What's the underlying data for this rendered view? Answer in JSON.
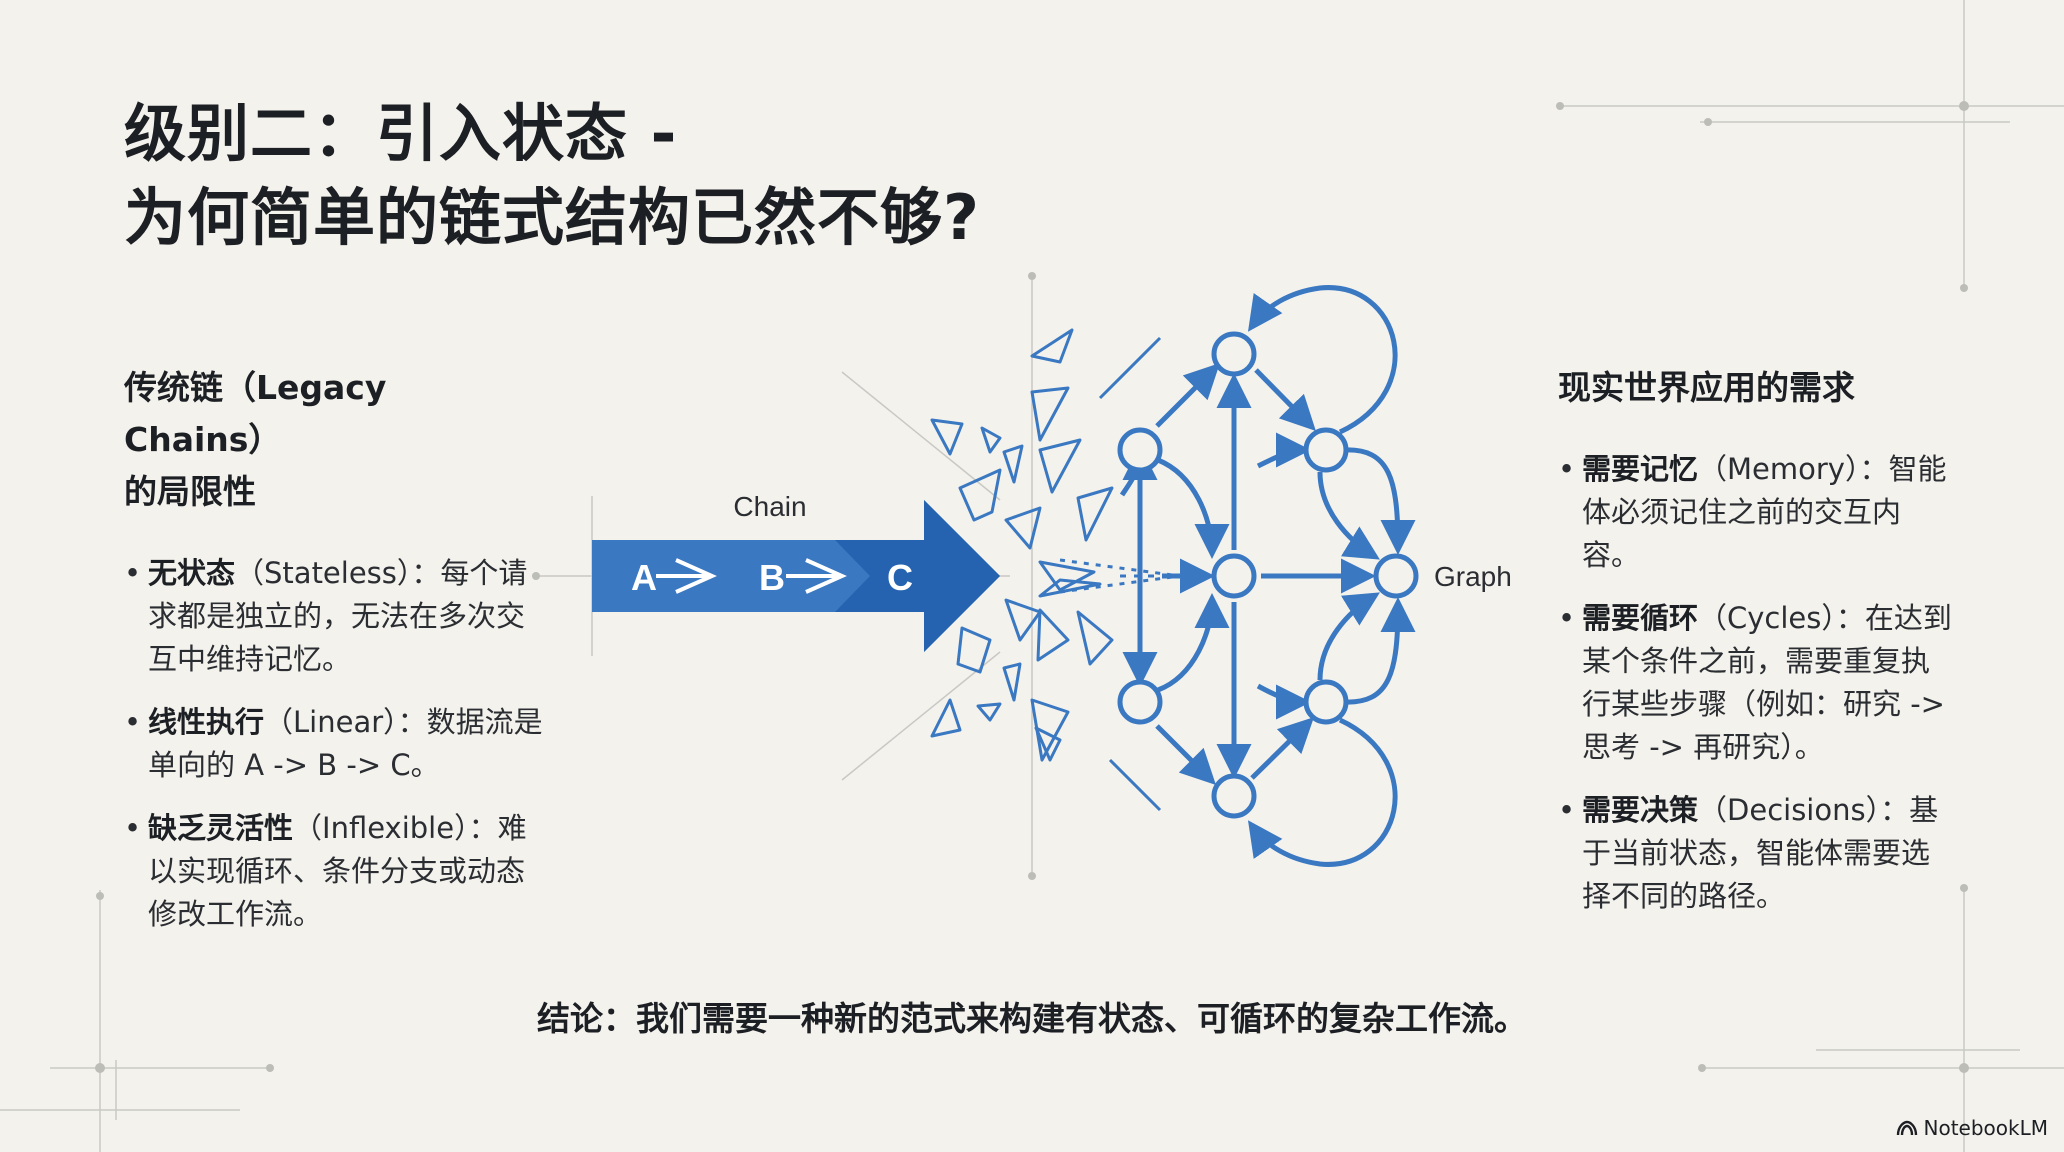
{
  "title": {
    "line1": "级别二：引入状态 -",
    "line2": "为何简单的链式结构已然不够?"
  },
  "left_panel": {
    "heading_line1": "传统链（Legacy Chains）",
    "heading_line2": "的局限性",
    "items": [
      {
        "term": "无状态",
        "text": "（Stateless）：每个请求都是独立的，无法在多次交互中维持记忆。"
      },
      {
        "term": "线性执行",
        "text": "（Linear）：数据流是单向的 A -> B -> C。"
      },
      {
        "term": "缺乏灵活性",
        "text": "（Inflexible）：难以实现循环、条件分支或动态修改工作流。"
      }
    ]
  },
  "right_panel": {
    "heading": "现实世界应用的需求",
    "items": [
      {
        "term": "需要记忆",
        "text": "（Memory）：智能体必须记住之前的交互内容。"
      },
      {
        "term": "需要循环",
        "text": "（Cycles）：在达到某个条件之前，需要重复执行某些步骤（例如：研究 -> 思考 -> 再研究）。"
      },
      {
        "term": "需要决策",
        "text": "（Decisions）：基于当前状态，智能体需要选择不同的路径。"
      }
    ]
  },
  "diagram": {
    "chain_label": "Chain",
    "graph_label": "Graph",
    "chain_nodes": [
      "A",
      "B",
      "C"
    ]
  },
  "conclusion": "结论：我们需要一种新的范式来构建有状态、可循环的复杂工作流。",
  "brand": {
    "name": "NotebookLM",
    "icon": "notebooklm-logo-icon"
  },
  "colors": {
    "background": "#f4f2ed",
    "accent_blue": "#3a78c2",
    "dark_blue": "#2563b0",
    "text": "#1c1f23"
  }
}
